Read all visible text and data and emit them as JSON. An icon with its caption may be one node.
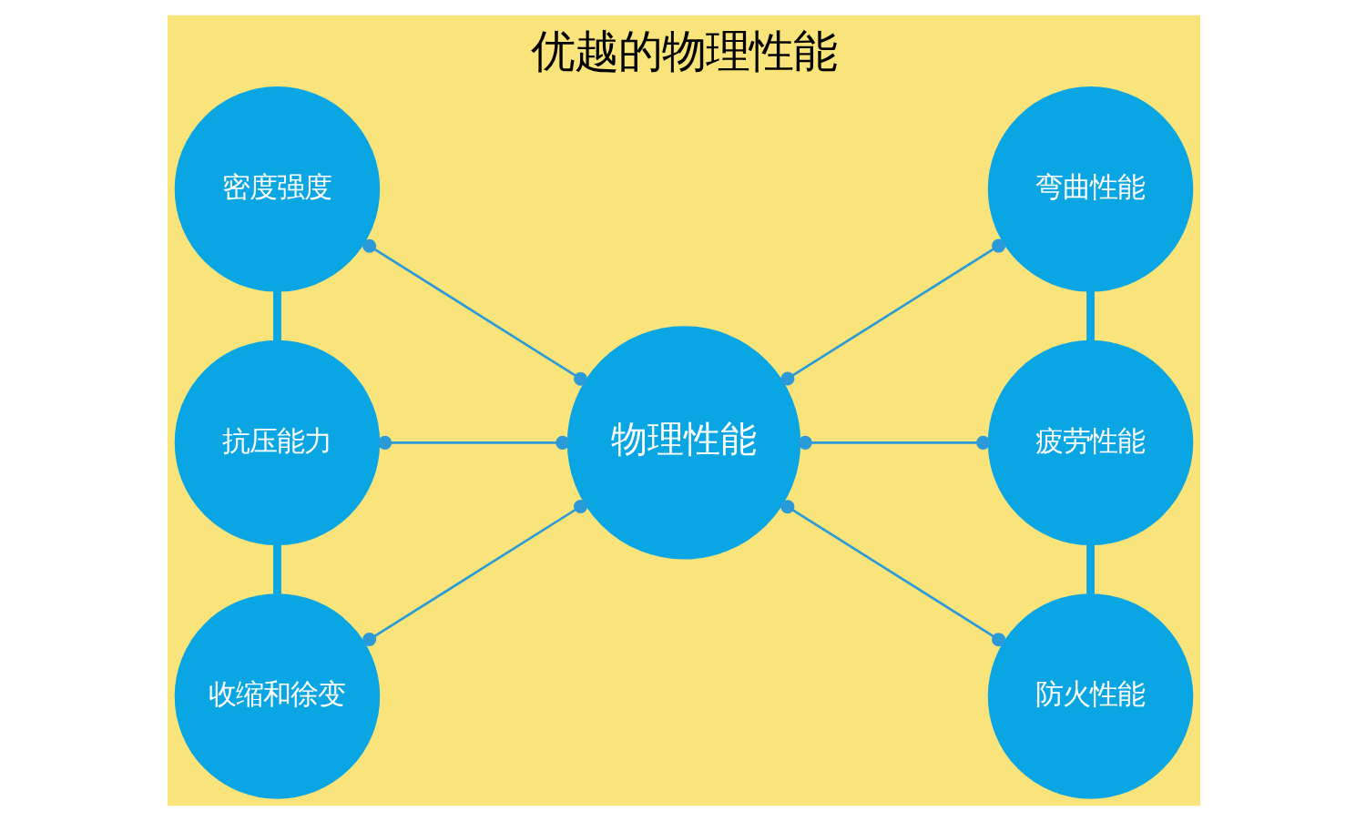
{
  "diagram": {
    "title": "优越的物理性能",
    "nodes": [
      {
        "text": [
          "密度强度"
        ]
      },
      {
        "text": [
          "抗压能力"
        ]
      },
      {
        "text": [
          "收缩和徐变"
        ]
      },
      {
        "text": [
          "物理性能"
        ]
      },
      {
        "text": [
          "弯曲性能"
        ]
      },
      {
        "text": [
          "疲劳性能"
        ]
      },
      {
        "text": [
          "防火性能"
        ]
      }
    ],
    "edges": [
      {
        "from": 0,
        "to": 1,
        "arrow": "none",
        "style": "thick"
      },
      {
        "from": 1,
        "to": 2,
        "arrow": "none",
        "style": "thick"
      },
      {
        "from": 4,
        "to": 5,
        "arrow": "none",
        "style": "thick"
      },
      {
        "from": 5,
        "to": 6,
        "arrow": "none",
        "style": "thick"
      },
      {
        "from": 0,
        "to": 3,
        "arrow": "other"
      },
      {
        "from": 1,
        "to": 3,
        "arrow": "other"
      },
      {
        "from": 2,
        "to": 3,
        "arrow": "other"
      },
      {
        "from": 3,
        "to": 4,
        "arrow": "other"
      },
      {
        "from": 3,
        "to": 5,
        "arrow": "other"
      },
      {
        "from": 3,
        "to": 6,
        "arrow": "other"
      }
    ]
  }
}
